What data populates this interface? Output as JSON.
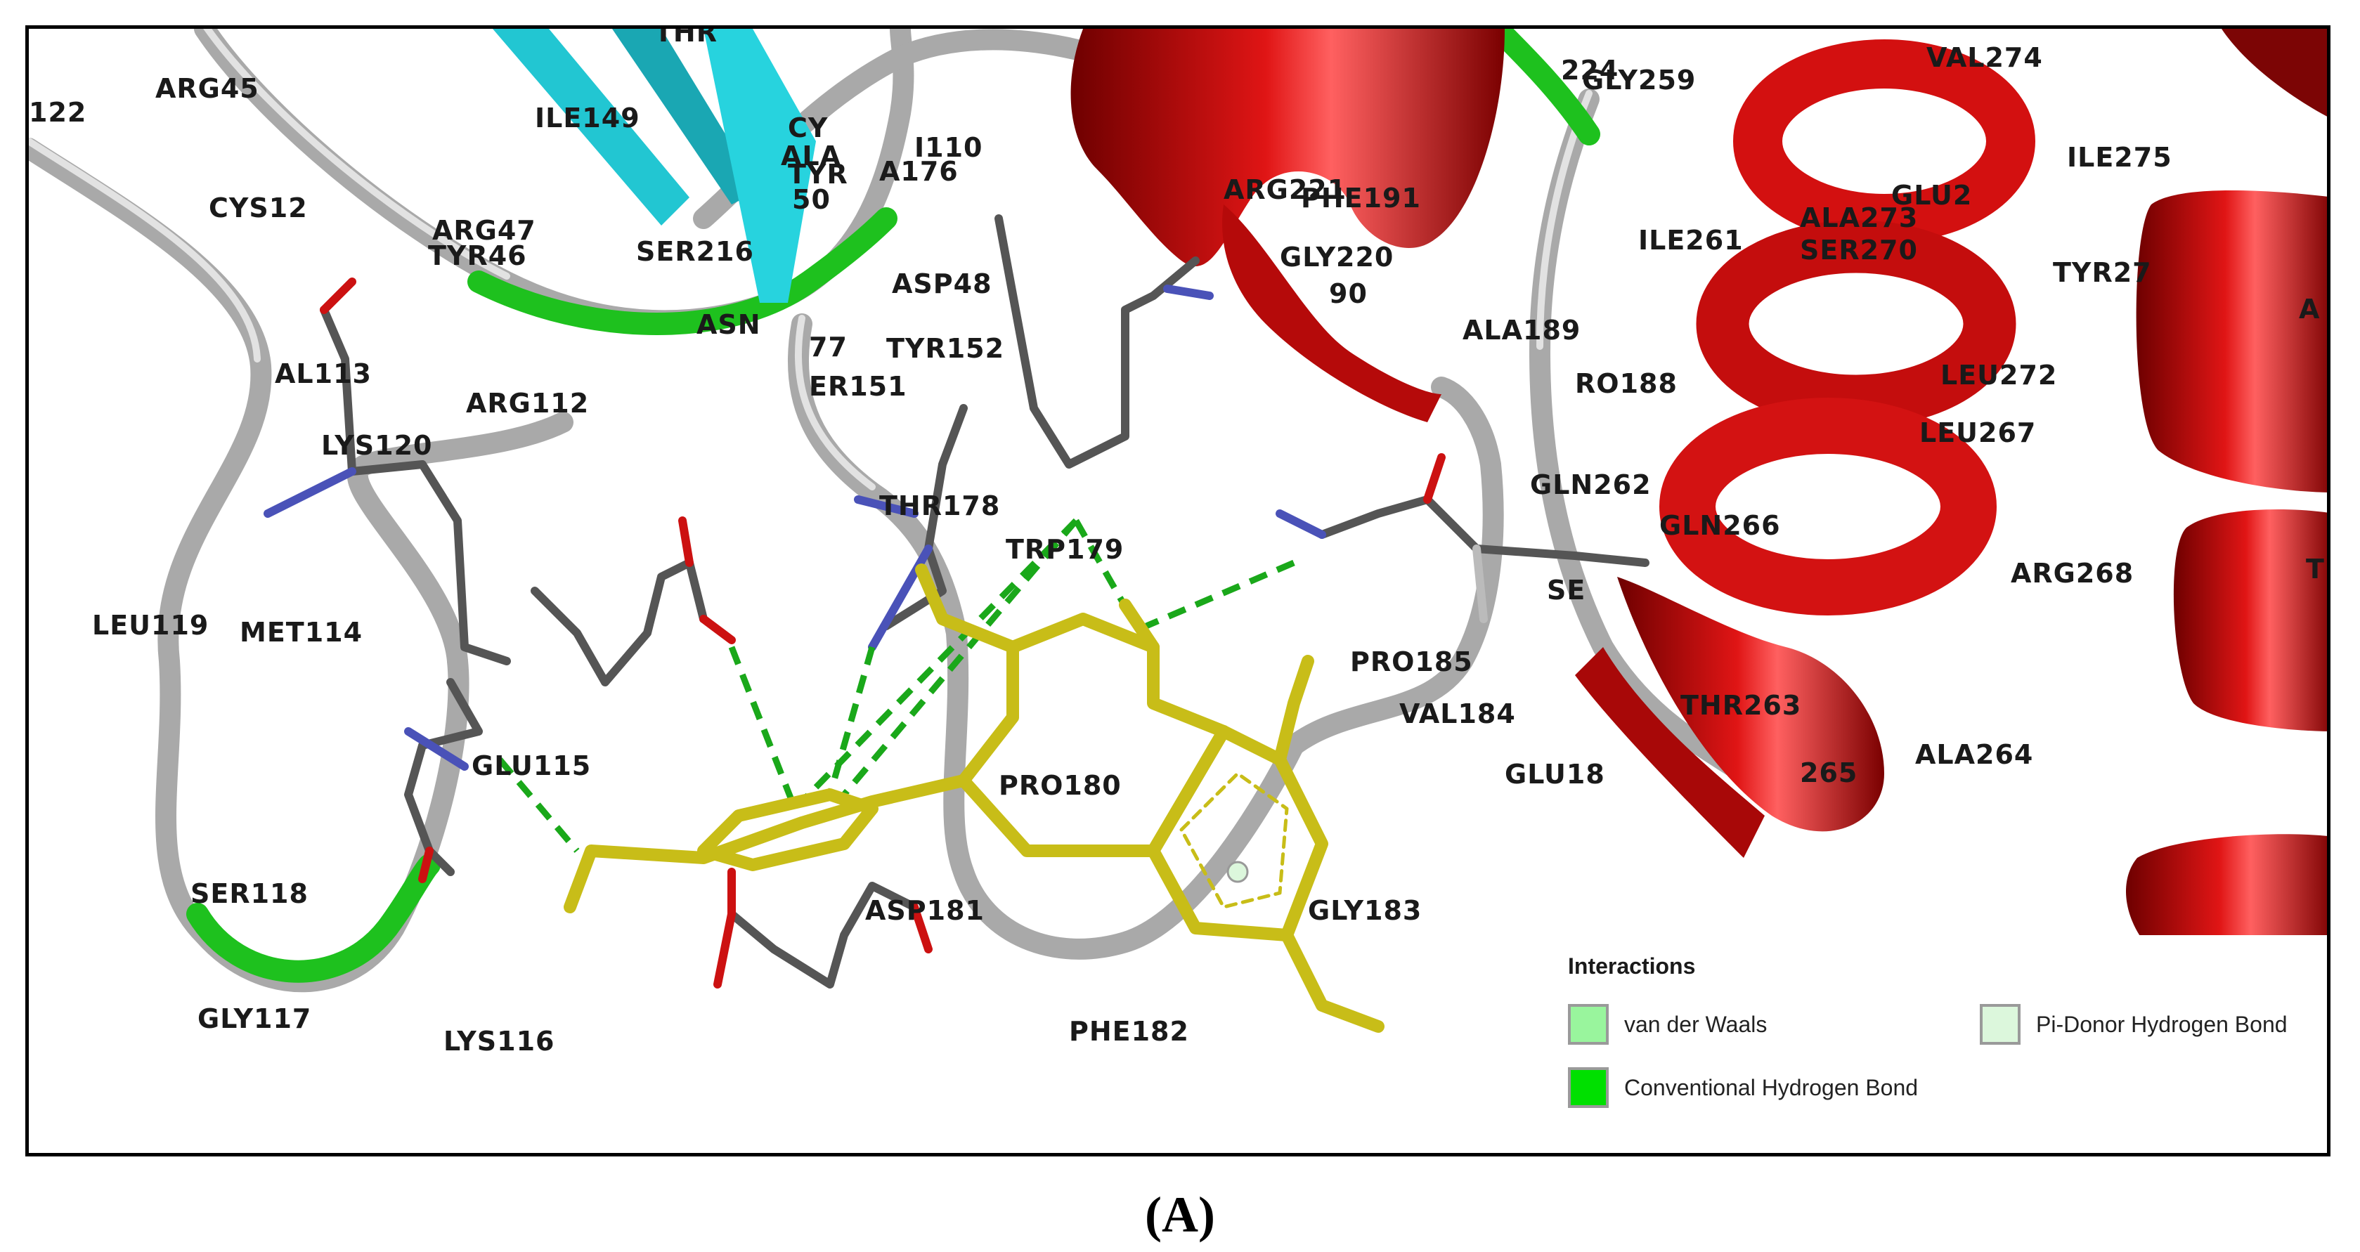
{
  "residues": [
    {
      "id": "r122",
      "label": "122"
    },
    {
      "id": "arg45",
      "label": "ARG45"
    },
    {
      "id": "ile149",
      "label": "ILE149"
    },
    {
      "id": "cys12",
      "label": "CYS12"
    },
    {
      "id": "arg47",
      "label": "ARG47"
    },
    {
      "id": "tyr46",
      "label": "TYR46"
    },
    {
      "id": "ser216",
      "label": "SER216"
    },
    {
      "id": "ala110",
      "label": "ALA"
    },
    {
      "id": "i110",
      "label": "I110"
    },
    {
      "id": "tyr",
      "label": "TYR"
    },
    {
      "id": "a176",
      "label": "A176"
    },
    {
      "id": "n50",
      "label": "50"
    },
    {
      "id": "asp48",
      "label": "ASP48"
    },
    {
      "id": "asn",
      "label": "ASN"
    },
    {
      "id": "n177",
      "label": "77"
    },
    {
      "id": "tyr152",
      "label": "TYR152"
    },
    {
      "id": "er151",
      "label": "ER151"
    },
    {
      "id": "al113",
      "label": "AL113"
    },
    {
      "id": "arg112",
      "label": "ARG112"
    },
    {
      "id": "lys120",
      "label": "LYS120"
    },
    {
      "id": "thr178",
      "label": "THR178"
    },
    {
      "id": "trp179",
      "label": "TRP179"
    },
    {
      "id": "leu119",
      "label": "LEU119"
    },
    {
      "id": "met114",
      "label": "MET114"
    },
    {
      "id": "glu115",
      "label": "GLU115"
    },
    {
      "id": "pro180",
      "label": "PRO180"
    },
    {
      "id": "ser118",
      "label": "SER118"
    },
    {
      "id": "asp181",
      "label": "ASP181"
    },
    {
      "id": "gly183",
      "label": "GLY183"
    },
    {
      "id": "gly117",
      "label": "GLY117"
    },
    {
      "id": "lys116",
      "label": "LYS116"
    },
    {
      "id": "phe182",
      "label": "PHE182"
    },
    {
      "id": "arg221",
      "label": "ARG221"
    },
    {
      "id": "phe191",
      "label": "PHE191"
    },
    {
      "id": "gly220",
      "label": "GLY220"
    },
    {
      "id": "n190",
      "label": "90"
    },
    {
      "id": "ala189",
      "label": "ALA189"
    },
    {
      "id": "pro188",
      "label": "RO188"
    },
    {
      "id": "pro185",
      "label": "PRO185"
    },
    {
      "id": "val184",
      "label": "VAL184"
    },
    {
      "id": "glu18",
      "label": "GLU18"
    },
    {
      "id": "gln262",
      "label": "GLN262"
    },
    {
      "id": "gln266",
      "label": "GLN266"
    },
    {
      "id": "se",
      "label": "SE"
    },
    {
      "id": "thr263",
      "label": "THR263"
    },
    {
      "id": "n265",
      "label": "265"
    },
    {
      "id": "ala264",
      "label": "ALA264"
    },
    {
      "id": "arg268",
      "label": "ARG268"
    },
    {
      "id": "ile261",
      "label": "ILE261"
    },
    {
      "id": "ser270",
      "label": "SER270"
    },
    {
      "id": "ala273",
      "label": "ALA273"
    },
    {
      "id": "glu2",
      "label": "GLU2"
    },
    {
      "id": "leu272",
      "label": "LEU272"
    },
    {
      "id": "leu267",
      "label": "LEU267"
    },
    {
      "id": "val274",
      "label": "VAL274"
    },
    {
      "id": "ile275",
      "label": "ILE275"
    },
    {
      "id": "tyr27",
      "label": "TYR27"
    },
    {
      "id": "gly259",
      "label": "GLY259"
    },
    {
      "id": "n224",
      "label": "224"
    },
    {
      "id": "thr",
      "label": "THR"
    },
    {
      "id": "cy",
      "label": "CY"
    },
    {
      "id": "a",
      "label": "A"
    },
    {
      "id": "t",
      "label": "T"
    }
  ],
  "legend": {
    "title": "Interactions",
    "items": [
      {
        "id": "vdw",
        "label": "van der Waals",
        "color": "#99f59d"
      },
      {
        "id": "chb",
        "label": "Conventional Hydrogen Bond",
        "color": "#00e000"
      },
      {
        "id": "pdhb",
        "label": "Pi-Donor Hydrogen Bond",
        "color": "#dcf7dc"
      }
    ]
  },
  "caption": "(A)",
  "colors": {
    "helix": "#d40c0c",
    "helix_dark": "#7a0303",
    "coil": "#b8b8b8",
    "strand": "#1fc4cf",
    "hbond_region": "#1ec11e",
    "ligand": "#c8bd18",
    "hbond_line": "#1aa81a",
    "carbon": "#555555",
    "nitrogen": "#4a52b8",
    "oxygen": "#cc1111"
  }
}
